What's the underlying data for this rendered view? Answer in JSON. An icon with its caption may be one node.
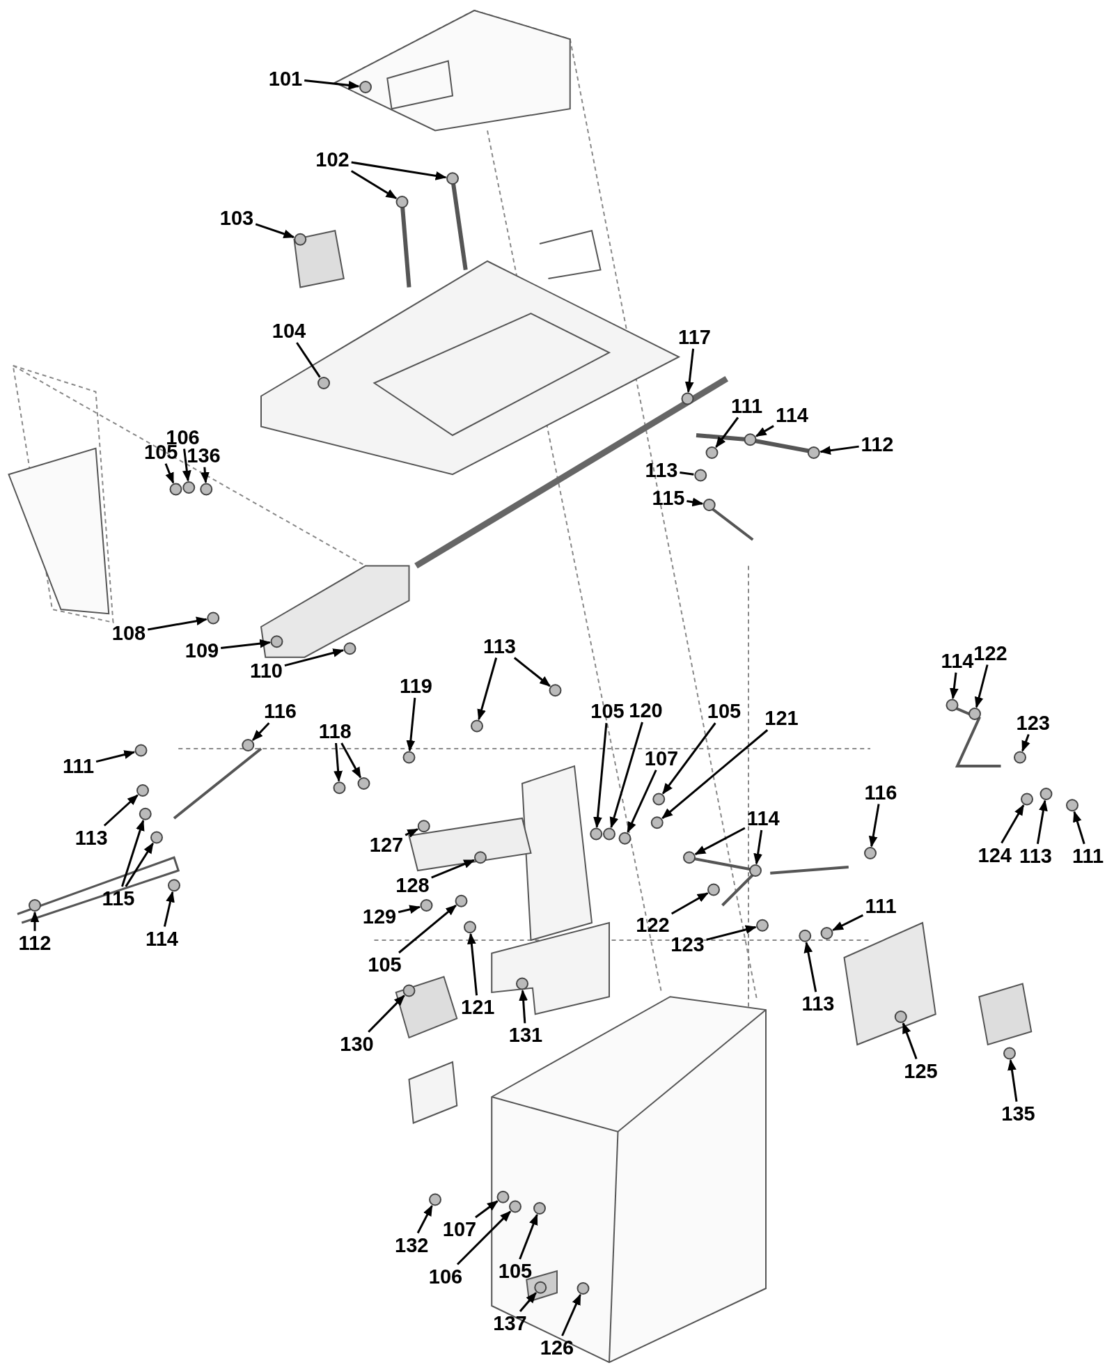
{
  "diagram": {
    "nodes": [
      {
        "text": [
          "101"
        ]
      },
      {
        "text": [
          "102"
        ]
      },
      {
        "text": [
          "103"
        ]
      },
      {
        "text": [
          "104"
        ]
      },
      {
        "text": [
          "117"
        ]
      },
      {
        "text": [
          "111"
        ]
      },
      {
        "text": [
          "114"
        ]
      },
      {
        "text": [
          "112"
        ]
      },
      {
        "text": [
          "113"
        ]
      },
      {
        "text": [
          "115"
        ]
      },
      {
        "text": [
          "105"
        ]
      },
      {
        "text": [
          "106"
        ]
      },
      {
        "text": [
          "136"
        ]
      },
      {
        "text": [
          "108"
        ]
      },
      {
        "text": [
          "109"
        ]
      },
      {
        "text": [
          "110"
        ]
      },
      {
        "text": [
          "113"
        ]
      },
      {
        "text": [
          "119"
        ]
      },
      {
        "text": [
          "116"
        ]
      },
      {
        "text": [
          "118"
        ]
      },
      {
        "text": [
          "111"
        ]
      },
      {
        "text": [
          "113"
        ]
      },
      {
        "text": [
          "115"
        ]
      },
      {
        "text": [
          "112"
        ]
      },
      {
        "text": [
          "114"
        ]
      },
      {
        "text": [
          "105"
        ]
      },
      {
        "text": [
          "120"
        ]
      },
      {
        "text": [
          "107"
        ]
      },
      {
        "text": [
          "105"
        ]
      },
      {
        "text": [
          "121"
        ]
      },
      {
        "text": [
          "127"
        ]
      },
      {
        "text": [
          "128"
        ]
      },
      {
        "text": [
          "129"
        ]
      },
      {
        "text": [
          "105"
        ]
      },
      {
        "text": [
          "121"
        ]
      },
      {
        "text": [
          "130"
        ]
      },
      {
        "text": [
          "131"
        ]
      },
      {
        "text": [
          "114"
        ]
      },
      {
        "text": [
          "122"
        ]
      },
      {
        "text": [
          "123"
        ]
      },
      {
        "text": [
          "124"
        ]
      },
      {
        "text": [
          "113"
        ]
      },
      {
        "text": [
          "111"
        ]
      },
      {
        "text": [
          "116"
        ]
      },
      {
        "text": [
          "114"
        ]
      },
      {
        "text": [
          "122"
        ]
      },
      {
        "text": [
          "123"
        ]
      },
      {
        "text": [
          "111"
        ]
      },
      {
        "text": [
          "113"
        ]
      },
      {
        "text": [
          "125"
        ]
      },
      {
        "text": [
          "135"
        ]
      },
      {
        "text": [
          "132"
        ]
      },
      {
        "text": [
          "107"
        ]
      },
      {
        "text": [
          "106"
        ]
      },
      {
        "text": [
          "105"
        ]
      },
      {
        "text": [
          "137"
        ]
      },
      {
        "text": [
          "126"
        ]
      },
      {
        "text": [],
        "shape": "circle"
      },
      {
        "text": [],
        "shape": "circle"
      },
      {
        "text": [],
        "shape": "circle"
      },
      {
        "text": [],
        "shape": "circle"
      },
      {
        "text": [],
        "shape": "circle"
      },
      {
        "text": [],
        "shape": "circle"
      },
      {
        "text": [],
        "shape": "circle"
      },
      {
        "text": [],
        "shape": "circle"
      },
      {
        "text": [],
        "shape": "circle"
      },
      {
        "text": [],
        "shape": "circle"
      },
      {
        "text": [],
        "shape": "circle"
      },
      {
        "text": [],
        "shape": "circle"
      },
      {
        "text": [],
        "shape": "circle"
      },
      {
        "text": [],
        "shape": "circle"
      },
      {
        "text": [],
        "shape": "circle"
      },
      {
        "text": [],
        "shape": "circle"
      },
      {
        "text": [],
        "shape": "circle"
      },
      {
        "text": [],
        "shape": "circle"
      },
      {
        "text": [],
        "shape": "circle"
      },
      {
        "text": [],
        "shape": "circle"
      },
      {
        "text": [],
        "shape": "circle"
      },
      {
        "text": [],
        "shape": "circle"
      },
      {
        "text": [],
        "shape": "circle"
      },
      {
        "text": [],
        "shape": "circle"
      },
      {
        "text": [],
        "shape": "circle"
      },
      {
        "text": [],
        "shape": "circle"
      },
      {
        "text": [],
        "shape": "circle"
      },
      {
        "text": [],
        "shape": "circle"
      },
      {
        "text": [],
        "shape": "circle"
      },
      {
        "text": [],
        "shape": "circle"
      },
      {
        "text": [],
        "shape": "circle"
      },
      {
        "text": [],
        "shape": "circle"
      },
      {
        "text": [],
        "shape": "circle"
      },
      {
        "text": [],
        "shape": "circle"
      },
      {
        "text": [],
        "shape": "circle"
      },
      {
        "text": [],
        "shape": "circle"
      },
      {
        "text": [],
        "shape": "circle"
      },
      {
        "text": [],
        "shape": "circle"
      },
      {
        "text": [],
        "shape": "circle"
      },
      {
        "text": [],
        "shape": "circle"
      },
      {
        "text": [],
        "shape": "circle"
      },
      {
        "text": [],
        "shape": "circle"
      },
      {
        "text": [],
        "shape": "circle"
      },
      {
        "text": [],
        "shape": "circle"
      },
      {
        "text": [],
        "shape": "circle"
      },
      {
        "text": [],
        "shape": "circle"
      },
      {
        "text": [],
        "shape": "circle"
      },
      {
        "text": [],
        "shape": "circle"
      },
      {
        "text": [],
        "shape": "circle"
      },
      {
        "text": [],
        "shape": "circle"
      },
      {
        "text": [],
        "shape": "circle"
      },
      {
        "text": [],
        "shape": "circle"
      },
      {
        "text": [],
        "shape": "circle"
      },
      {
        "text": [],
        "shape": "circle"
      },
      {
        "text": [],
        "shape": "circle"
      },
      {
        "text": [],
        "shape": "circle"
      },
      {
        "text": [],
        "shape": "circle"
      },
      {
        "text": [],
        "shape": "circle"
      },
      {
        "text": [],
        "shape": "circle"
      },
      {
        "text": [],
        "shape": "circle"
      },
      {
        "text": [],
        "shape": "circle"
      },
      {
        "text": [],
        "shape": "circle"
      }
    ],
    "edges": [
      {
        "from": 0,
        "to": 57,
        "arrow": "to"
      },
      {
        "from": 1,
        "to": 58,
        "arrow": "to"
      },
      {
        "from": 1,
        "to": 59,
        "arrow": "to"
      },
      {
        "from": 2,
        "to": 60,
        "arrow": "to"
      },
      {
        "from": 3,
        "to": 61,
        "arrow": "none"
      },
      {
        "from": 4,
        "to": 62,
        "arrow": "to"
      },
      {
        "from": 5,
        "to": 63,
        "arrow": "to"
      },
      {
        "from": 6,
        "to": 64,
        "arrow": "to"
      },
      {
        "from": 7,
        "to": 65,
        "arrow": "to"
      },
      {
        "from": 8,
        "to": 66,
        "arrow": "none"
      },
      {
        "from": 9,
        "to": 67,
        "arrow": "to"
      },
      {
        "from": 10,
        "to": 68,
        "arrow": "to"
      },
      {
        "from": 11,
        "to": 69,
        "arrow": "to"
      },
      {
        "from": 12,
        "to": 70,
        "arrow": "to"
      },
      {
        "from": 13,
        "to": 71,
        "arrow": "to"
      },
      {
        "from": 14,
        "to": 72,
        "arrow": "to"
      },
      {
        "from": 15,
        "to": 73,
        "arrow": "to"
      },
      {
        "from": 16,
        "to": 74,
        "arrow": "to"
      },
      {
        "from": 16,
        "to": 75,
        "arrow": "to"
      },
      {
        "from": 17,
        "to": 76,
        "arrow": "to"
      },
      {
        "from": 18,
        "to": 77,
        "arrow": "to"
      },
      {
        "from": 19,
        "to": 78,
        "arrow": "to"
      },
      {
        "from": 19,
        "to": 79,
        "arrow": "to"
      },
      {
        "from": 20,
        "to": 80,
        "arrow": "to"
      },
      {
        "from": 21,
        "to": 81,
        "arrow": "to"
      },
      {
        "from": 22,
        "to": 82,
        "arrow": "to"
      },
      {
        "from": 22,
        "to": 83,
        "arrow": "to"
      },
      {
        "from": 23,
        "to": 84,
        "arrow": "to"
      },
      {
        "from": 24,
        "to": 85,
        "arrow": "to"
      },
      {
        "from": 25,
        "to": 86,
        "arrow": "to"
      },
      {
        "from": 26,
        "to": 87,
        "arrow": "to"
      },
      {
        "from": 27,
        "to": 88,
        "arrow": "to"
      },
      {
        "from": 28,
        "to": 89,
        "arrow": "to"
      },
      {
        "from": 29,
        "to": 90,
        "arrow": "to"
      },
      {
        "from": 30,
        "to": 91,
        "arrow": "to"
      },
      {
        "from": 31,
        "to": 92,
        "arrow": "to"
      },
      {
        "from": 32,
        "to": 93,
        "arrow": "to"
      },
      {
        "from": 33,
        "to": 94,
        "arrow": "to"
      },
      {
        "from": 34,
        "to": 95,
        "arrow": "to"
      },
      {
        "from": 35,
        "to": 96,
        "arrow": "to"
      },
      {
        "from": 36,
        "to": 97,
        "arrow": "to"
      },
      {
        "from": 37,
        "to": 98,
        "arrow": "to"
      },
      {
        "from": 38,
        "to": 99,
        "arrow": "to"
      },
      {
        "from": 39,
        "to": 100,
        "arrow": "to"
      },
      {
        "from": 40,
        "to": 101,
        "arrow": "to"
      },
      {
        "from": 41,
        "to": 102,
        "arrow": "to"
      },
      {
        "from": 42,
        "to": 103,
        "arrow": "to"
      },
      {
        "from": 43,
        "to": 104,
        "arrow": "to"
      },
      {
        "from": 44,
        "to": 105,
        "arrow": "to"
      },
      {
        "from": 44,
        "to": 106,
        "arrow": "to"
      },
      {
        "from": 45,
        "to": 107,
        "arrow": "to"
      },
      {
        "from": 46,
        "to": 108,
        "arrow": "to"
      },
      {
        "from": 47,
        "to": 109,
        "arrow": "to"
      },
      {
        "from": 48,
        "to": 110,
        "arrow": "to"
      },
      {
        "from": 49,
        "to": 111,
        "arrow": "to"
      },
      {
        "from": 50,
        "to": 112,
        "arrow": "to"
      },
      {
        "from": 51,
        "to": 113,
        "arrow": "to"
      },
      {
        "from": 52,
        "to": 114,
        "arrow": "to"
      },
      {
        "from": 53,
        "to": 115,
        "arrow": "to"
      },
      {
        "from": 54,
        "to": 116,
        "arrow": "to"
      },
      {
        "from": 55,
        "to": 117,
        "arrow": "to"
      },
      {
        "from": 56,
        "to": 118,
        "arrow": "to"
      }
    ]
  }
}
